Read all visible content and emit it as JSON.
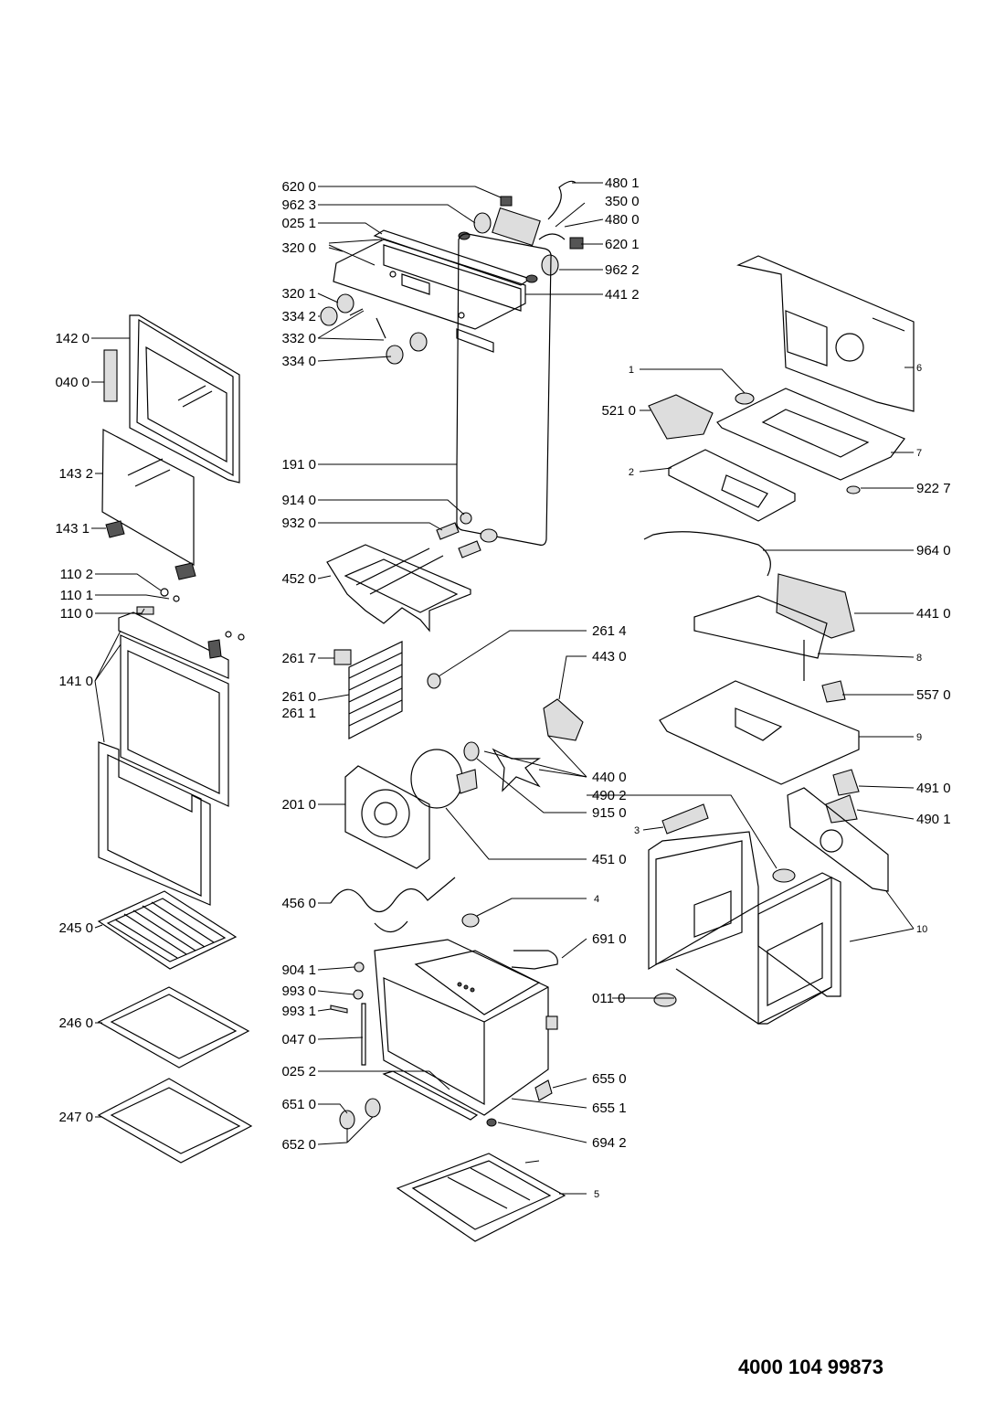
{
  "document_number": "4000 104 99873",
  "callouts": {
    "c6200": "620 0",
    "c9623": "962 3",
    "c0251": "025 1",
    "c3200": "320 0",
    "c3201": "320 1",
    "c3342": "334 2",
    "c3320": "332 0",
    "c3340": "334 0",
    "c4801": "480 1",
    "c3500": "350 0",
    "c4800": "480 0",
    "c6201": "620 1",
    "c9622": "962 2",
    "c4412": "441 2",
    "c1420": "142 0",
    "c0400": "040 0",
    "c1432": "143 2",
    "c1431": "143 1",
    "c1102": "110 2",
    "c1101": "110 1",
    "c1100": "110 0",
    "c1410": "141 0",
    "c2450": "245 0",
    "c2460": "246 0",
    "c2470": "247 0",
    "c1910": "191 0",
    "c9140": "914 0",
    "c9320": "932 0",
    "c4520": "452 0",
    "c2617": "261 7",
    "c2610": "261 0",
    "c2611": "261 1",
    "c2010": "201 0",
    "c4560": "456 0",
    "c9041": "904 1",
    "c9930": "993 0",
    "c9931": "993 1",
    "c0470": "047 0",
    "c0252": "025 2",
    "c6510": "651 0",
    "c6520": "652 0",
    "c2614": "261 4",
    "c4430": "443 0",
    "c4400": "440 0",
    "c4902": "490 2",
    "c9150": "915 0",
    "c4510": "451 0",
    "c4": "4",
    "c6910": "691 0",
    "c0110": "011 0",
    "c6550": "655 0",
    "c6551": "655 1",
    "c6942": "694 2",
    "c5": "5",
    "c3": "3",
    "c1": "1",
    "c5210": "521 0",
    "c2": "2",
    "c6": "6",
    "c7": "7",
    "c9227": "922 7",
    "c9640": "964 0",
    "c4410": "441 0",
    "c8": "8",
    "c5570": "557 0",
    "c9": "9",
    "c4910": "491 0",
    "c4901": "490 1",
    "c10": "10"
  }
}
